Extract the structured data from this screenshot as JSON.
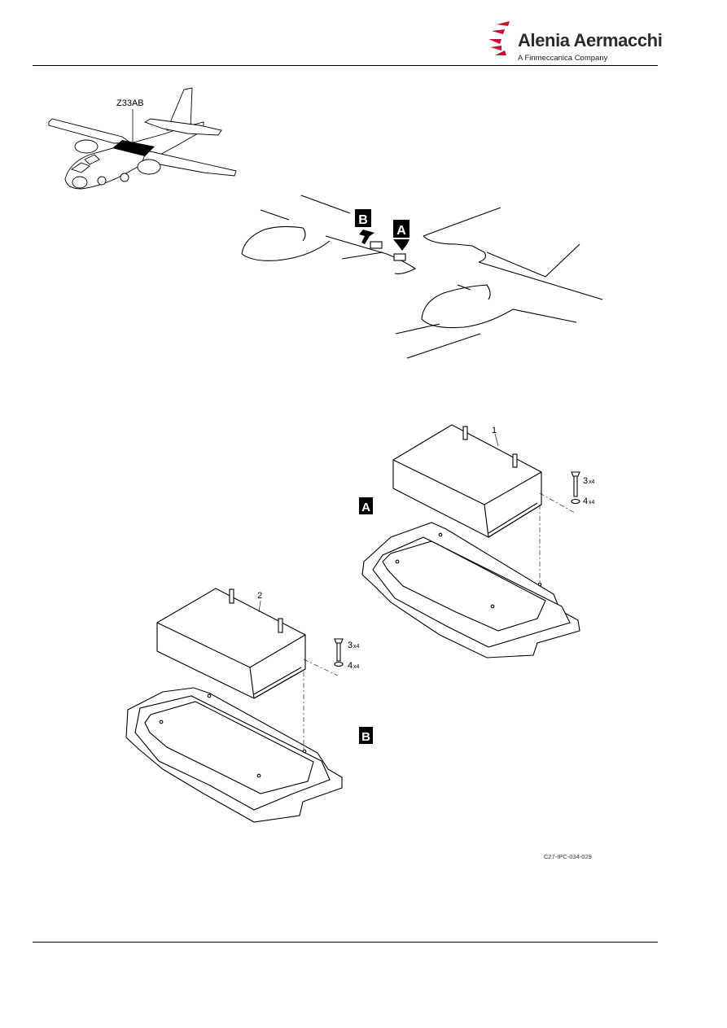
{
  "header": {
    "company_name": "Alenia Aermacchi",
    "company_subtitle": "A Finmeccanica Company"
  },
  "figure": {
    "zone_label": "Z33AB",
    "view_a": "A",
    "view_b": "B",
    "item_1": "1",
    "item_2": "2",
    "item_3": "3",
    "item_4": "4",
    "qty": "x4",
    "reference": "C27-IPC-034-029"
  }
}
